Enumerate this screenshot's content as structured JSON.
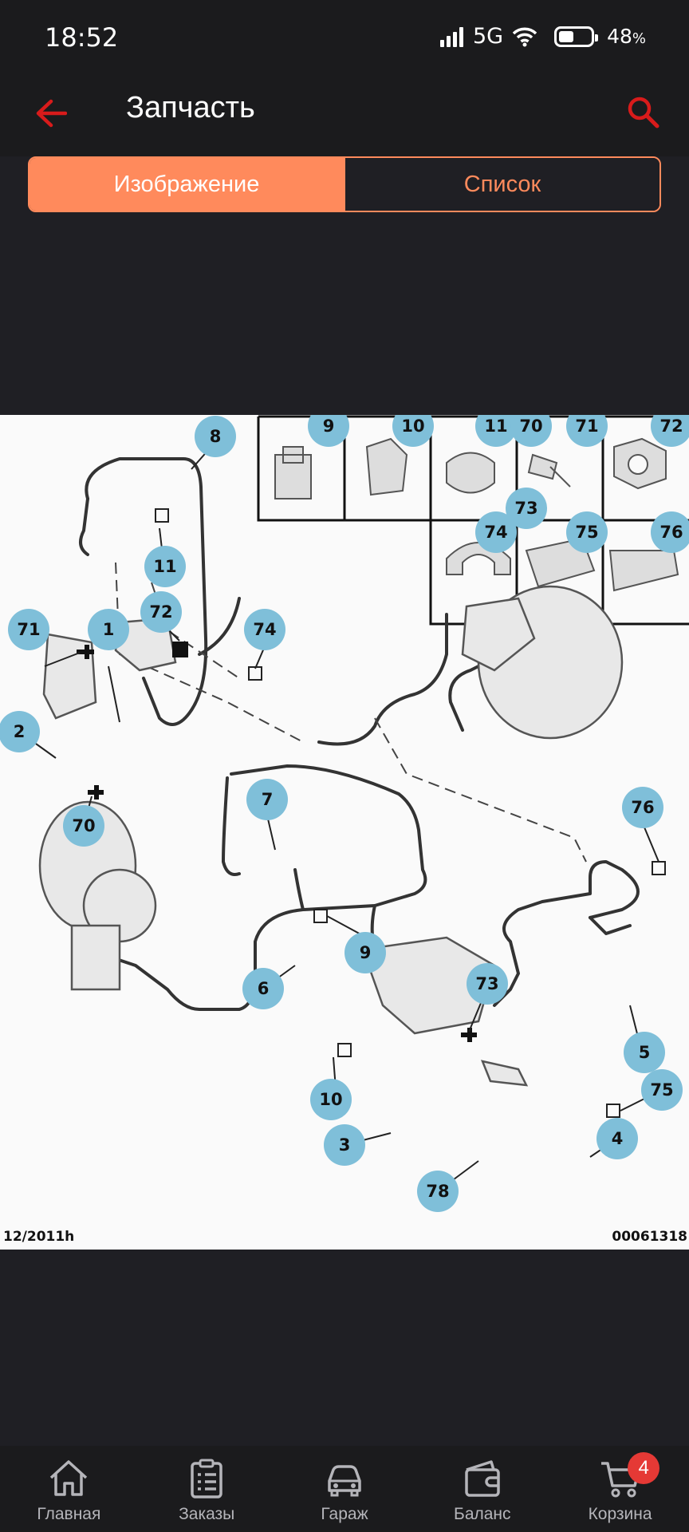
{
  "status": {
    "time": "18:52",
    "network": "5G",
    "battery": "48",
    "battery_unit": "%",
    "battery_level": 0.48
  },
  "app": {
    "title": "Запчасть"
  },
  "tabs": [
    {
      "label": "Изображение",
      "active": true
    },
    {
      "label": "Список",
      "active": false
    }
  ],
  "diagram": {
    "date": "12/2011h",
    "code": "00061318",
    "callouts": [
      "8",
      "9",
      "10",
      "11",
      "70",
      "71",
      "72",
      "73",
      "74",
      "75",
      "76",
      "11",
      "71",
      "1",
      "72",
      "74",
      "2",
      "70",
      "7",
      "76",
      "9",
      "6",
      "73",
      "5",
      "10",
      "75",
      "3",
      "4",
      "78"
    ]
  },
  "nav": [
    {
      "label": "Главная",
      "icon": "home-icon"
    },
    {
      "label": "Заказы",
      "icon": "orders-icon"
    },
    {
      "label": "Гараж",
      "icon": "car-icon"
    },
    {
      "label": "Баланс",
      "icon": "wallet-icon"
    },
    {
      "label": "Корзина",
      "icon": "cart-icon"
    }
  ],
  "cart_count": "4",
  "colors": {
    "accent": "#ff8a5c",
    "back_search": "#d81b1b",
    "callout": "#7fbfd9",
    "badge": "#e53935"
  }
}
